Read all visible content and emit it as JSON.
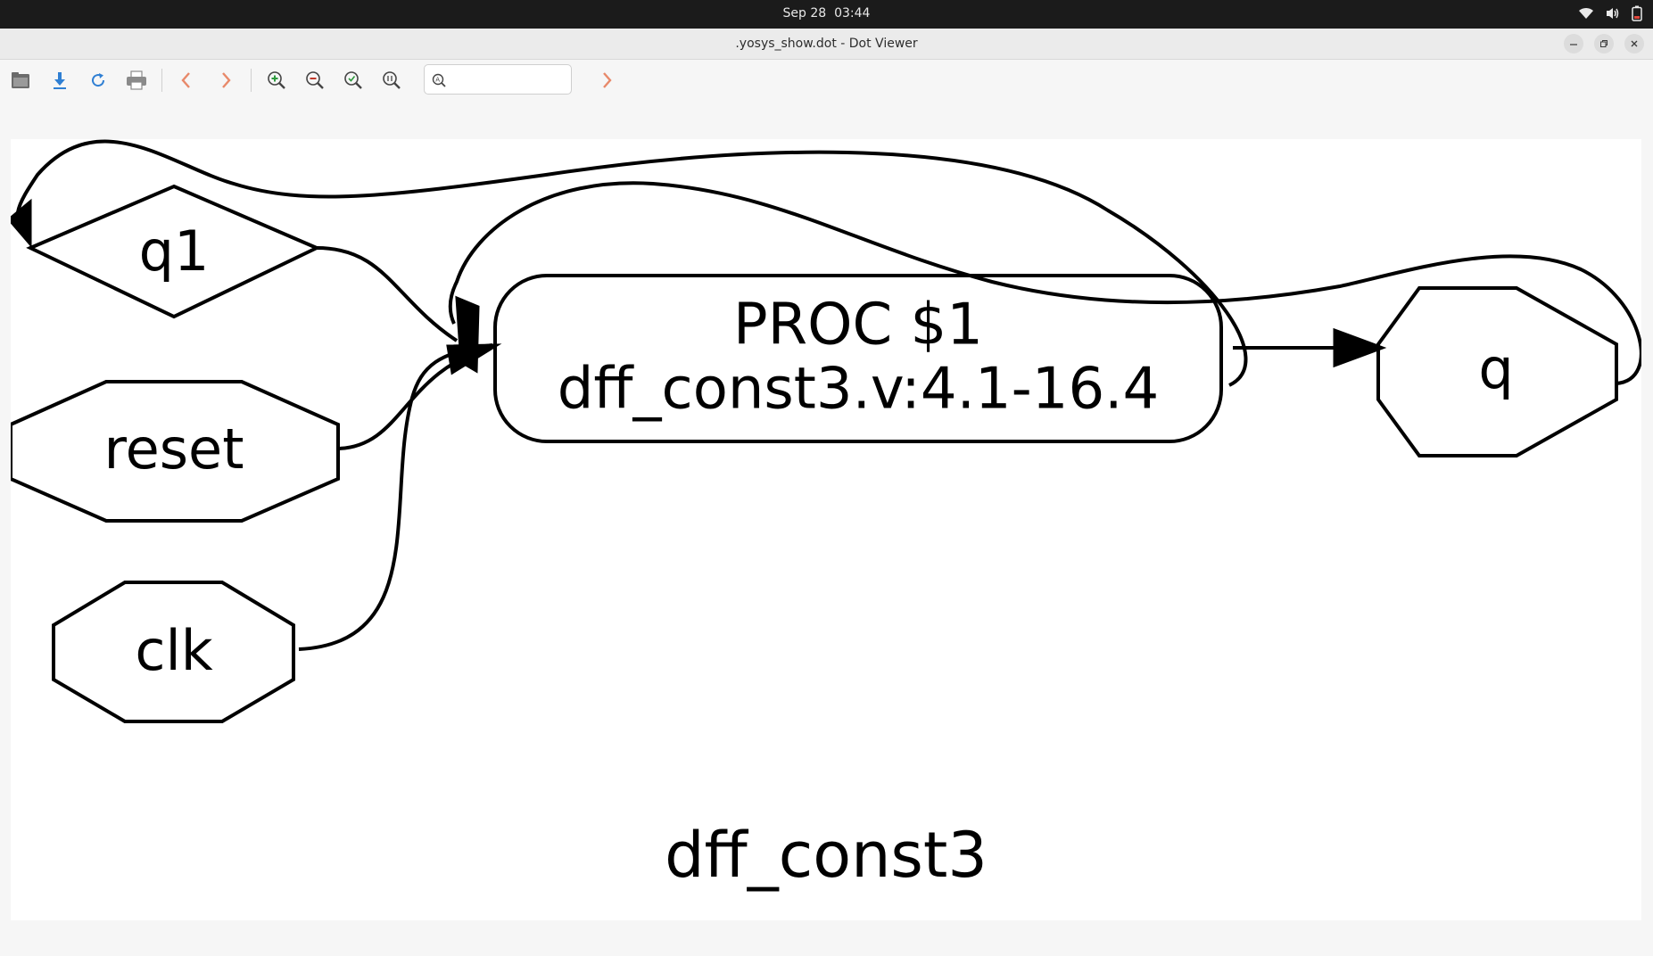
{
  "system_bar": {
    "date": "Sep 28",
    "time": "03:44",
    "icons": [
      "wifi-icon",
      "volume-icon",
      "battery-icon"
    ]
  },
  "window": {
    "title": ".yosys_show.dot - Dot Viewer",
    "controls": [
      "minimize",
      "restore",
      "close"
    ]
  },
  "toolbar": {
    "buttons": [
      "open",
      "save",
      "reload",
      "print",
      "back",
      "forward",
      "zoom-in",
      "zoom-out",
      "zoom-fit",
      "zoom-100"
    ],
    "search": {
      "value": "",
      "placeholder": ""
    },
    "find_next": "find-next"
  },
  "graph": {
    "title": "dff_const3",
    "nodes": {
      "q1": "q1",
      "reset": "reset",
      "clk": "clk",
      "proc_line1": "PROC $1",
      "proc_line2": "dff_const3.v:4.1-16.4",
      "q": "q"
    }
  },
  "colors": {
    "system_bar": "#1b1b1b",
    "title_bar": "#ebebeb",
    "canvas": "#ffffff",
    "accent_blue": "#2f7fd3",
    "zoom_green": "#2e9a3e",
    "zoom_red": "#c0392b",
    "nav_arrow": "#e8896a"
  }
}
